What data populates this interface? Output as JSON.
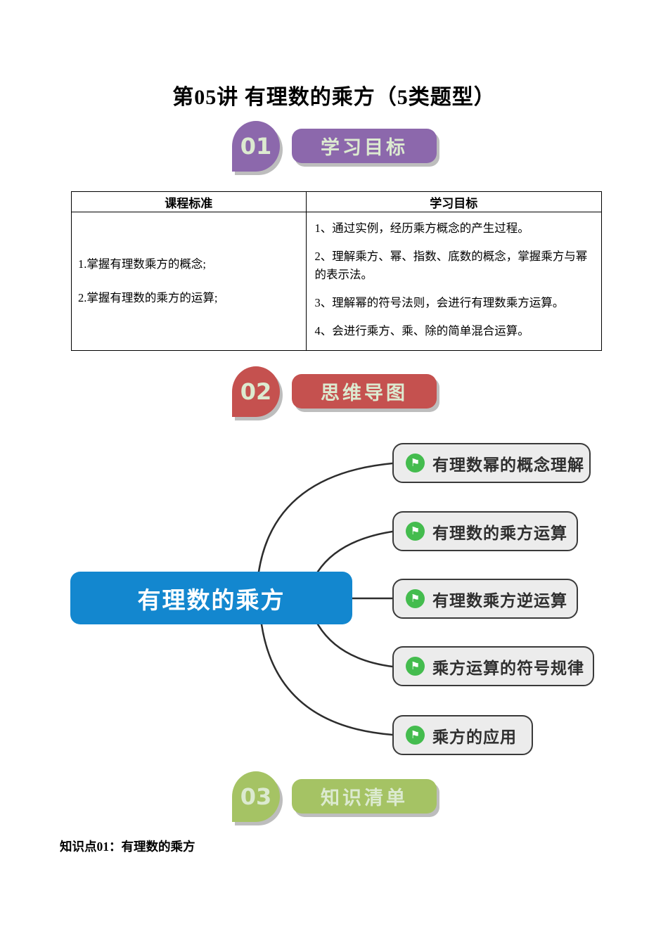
{
  "page": {
    "title": "第05讲 有理数的乘方（5类题型）",
    "kp_heading": "知识点01：有理数的乘方"
  },
  "sections": {
    "s1": {
      "number": "01",
      "label": "学习目标",
      "color": "#8c68ac"
    },
    "s2": {
      "number": "02",
      "label": "思维导图",
      "color": "#c5514f"
    },
    "s3": {
      "number": "03",
      "label": "知识清单",
      "color": "#a5c364"
    }
  },
  "table": {
    "headers": [
      "课程标准",
      "学习目标"
    ],
    "standards": [
      "1.掌握有理数乘方的概念;",
      "2.掌握有理数的乘方的运算;"
    ],
    "objectives": [
      "1、通过实例，经历乘方概念的产生过程。",
      "2、理解乘方、幂、指数、底数的概念，掌握乘方与幂的表示法。",
      "3、理解幂的符号法则，会进行有理数乘方运算。",
      "4、会进行乘方、乘、除的简单混合运算。"
    ]
  },
  "mindmap": {
    "icon_glyph": "⚑",
    "icon_color": "#44bc4e",
    "root": {
      "label": "有理数的乘方",
      "color": "#1387cf"
    },
    "branches": [
      {
        "label": "有理数幂的概念理解"
      },
      {
        "label": "有理数的乘方运算"
      },
      {
        "label": "有理数乘方逆运算"
      },
      {
        "label": "乘方运算的符号规律"
      },
      {
        "label": "乘方的应用"
      }
    ]
  }
}
